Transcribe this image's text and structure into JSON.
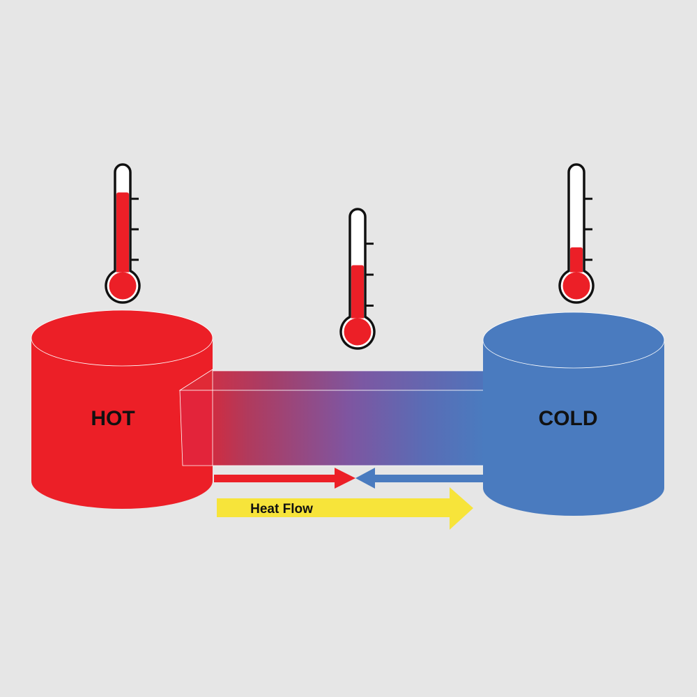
{
  "diagram": {
    "hot_label": "HOT",
    "cold_label": "COLD",
    "heat_flow_label": "Heat Flow"
  },
  "thermometers": [
    {
      "id": "hot",
      "level": 0.8
    },
    {
      "id": "middle",
      "level": 0.52
    },
    {
      "id": "cold",
      "level": 0.24
    }
  ],
  "colors": {
    "background": "#e6e6e6",
    "hot": "#ec1f27",
    "cold": "#4a7bbf",
    "mid": "#7f55a0",
    "heat_flow_arrow": "#f7e43a",
    "outline": "#111111"
  },
  "icons": {
    "thermometer": "thermometer-icon",
    "arrow": "arrow-icon"
  }
}
